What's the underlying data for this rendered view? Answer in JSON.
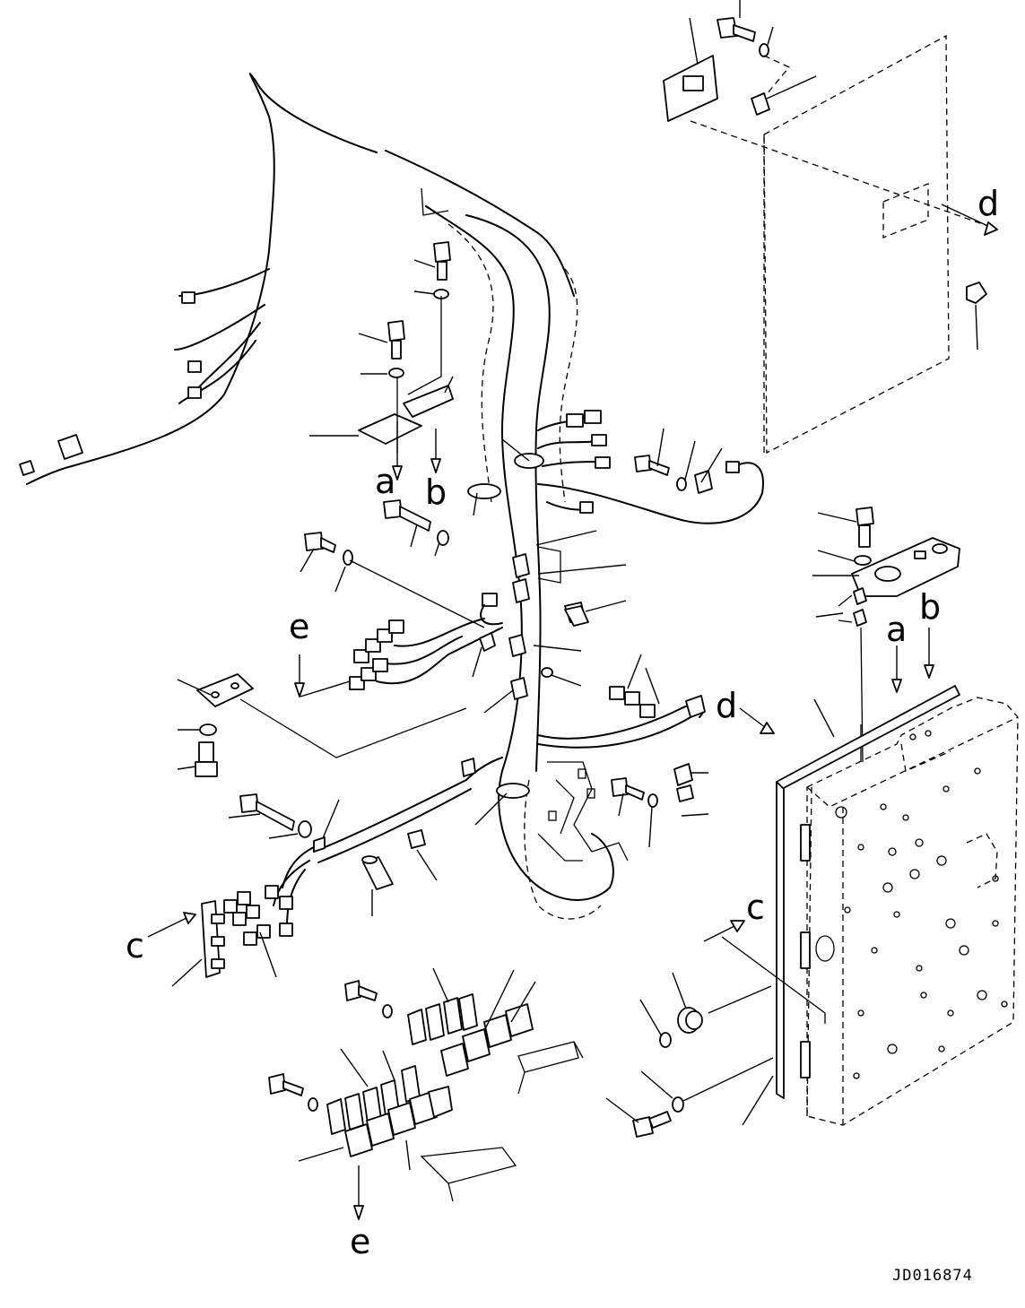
{
  "drawing_code": "JD016874",
  "callouts": {
    "a": "a",
    "b": "b",
    "c": "c",
    "d": "d",
    "e": "e"
  }
}
